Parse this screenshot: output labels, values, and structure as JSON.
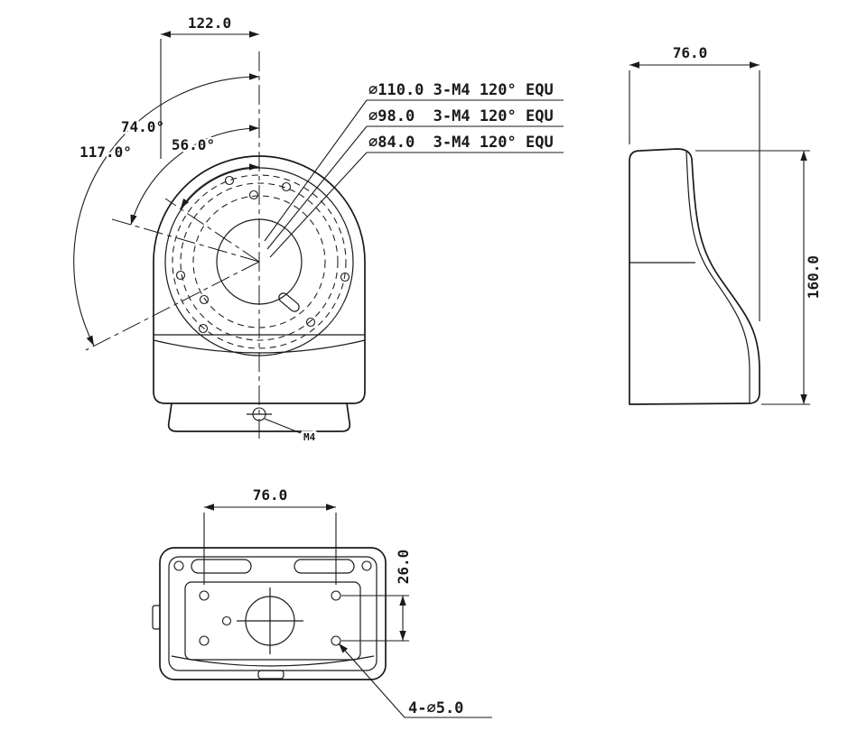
{
  "colors": {
    "line": "#1a1a1a",
    "background": "#ffffff"
  },
  "front": {
    "dim_width": "122.0",
    "angle_outer": "117.0°",
    "angle_mid": "74.0°",
    "angle_inner": "56.0°",
    "callout_bc110": "∅110.0 3-M4 120° EQU",
    "callout_bc98": "∅98.0  3-M4 120° EQU",
    "callout_bc84": "∅84.0  3-M4 120° EQU",
    "bottom_hole_label": "M4"
  },
  "side": {
    "dim_depth": "76.0",
    "dim_height": "160.0"
  },
  "bottom": {
    "dim_width": "76.0",
    "dim_hole_spacing": "26.0",
    "callout_holes": "4-∅5.0"
  }
}
